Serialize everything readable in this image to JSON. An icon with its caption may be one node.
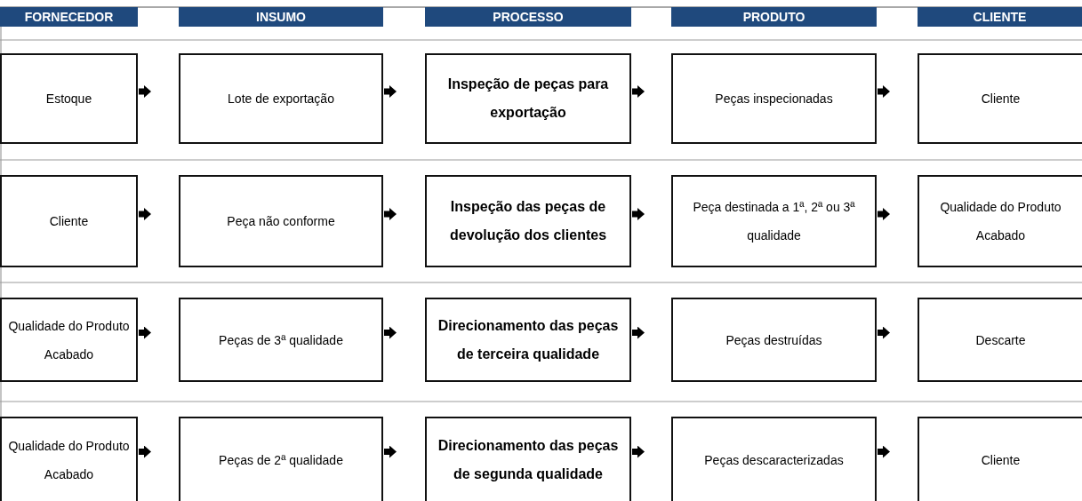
{
  "diagram": {
    "nodes": [
      {
        "text": [
          "FORNECEDOR"
        ]
      },
      {
        "text": [
          "INSUMO"
        ]
      },
      {
        "text": [
          "PROCESSO"
        ]
      },
      {
        "text": [
          "PRODUTO"
        ]
      },
      {
        "text": [
          "CLIENTE"
        ]
      },
      {
        "text": [
          "Estoque"
        ]
      },
      {
        "text": [
          "Lote de exportação"
        ]
      },
      {
        "text": [
          "Inspeção de peças para exportação"
        ]
      },
      {
        "text": [
          "Peças inspecionadas"
        ]
      },
      {
        "text": [
          "Cliente"
        ]
      },
      {
        "text": [
          "Cliente"
        ]
      },
      {
        "text": [
          "Peça não conforme"
        ]
      },
      {
        "text": [
          "Inspeção das peças de devolução dos clientes"
        ]
      },
      {
        "text": [
          "Peça destinada a 1ª, 2ª ou 3ª qualidade"
        ]
      },
      {
        "text": [
          "Qualidade do Produto Acabado"
        ]
      },
      {
        "text": [
          "Qualidade do Produto Acabado"
        ]
      },
      {
        "text": [
          "Peças de 3ª qualidade"
        ]
      },
      {
        "text": [
          "Direcionamento das peças de terceira qualidade"
        ]
      },
      {
        "text": [
          "Peças destruídas"
        ]
      },
      {
        "text": [
          "Descarte"
        ]
      },
      {
        "text": [
          "Qualidade do Produto Acabado"
        ]
      },
      {
        "text": [
          "Peças de 2ª qualidade"
        ]
      },
      {
        "text": [
          "Direcionamento das peças de segunda qualidade"
        ]
      },
      {
        "text": [
          "Peças descaracterizadas"
        ]
      },
      {
        "text": [
          "Cliente"
        ]
      }
    ],
    "edges": [
      {
        "from": 5,
        "to": 6,
        "arrow": "to"
      },
      {
        "from": 6,
        "to": 7,
        "arrow": "to"
      },
      {
        "from": 7,
        "to": 8,
        "arrow": "to"
      },
      {
        "from": 8,
        "to": 9,
        "arrow": "to"
      },
      {
        "from": 10,
        "to": 11,
        "arrow": "to"
      },
      {
        "from": 11,
        "to": 12,
        "arrow": "to"
      },
      {
        "from": 12,
        "to": 13,
        "arrow": "to"
      },
      {
        "from": 13,
        "to": 14,
        "arrow": "to"
      },
      {
        "from": 15,
        "to": 16,
        "arrow": "to"
      },
      {
        "from": 16,
        "to": 17,
        "arrow": "to"
      },
      {
        "from": 17,
        "to": 18,
        "arrow": "to"
      },
      {
        "from": 18,
        "to": 19,
        "arrow": "to"
      },
      {
        "from": 20,
        "to": 21,
        "arrow": "to"
      },
      {
        "from": 21,
        "to": 22,
        "arrow": "to"
      },
      {
        "from": 22,
        "to": 23,
        "arrow": "to"
      },
      {
        "from": 23,
        "to": 24,
        "arrow": "to"
      }
    ]
  }
}
